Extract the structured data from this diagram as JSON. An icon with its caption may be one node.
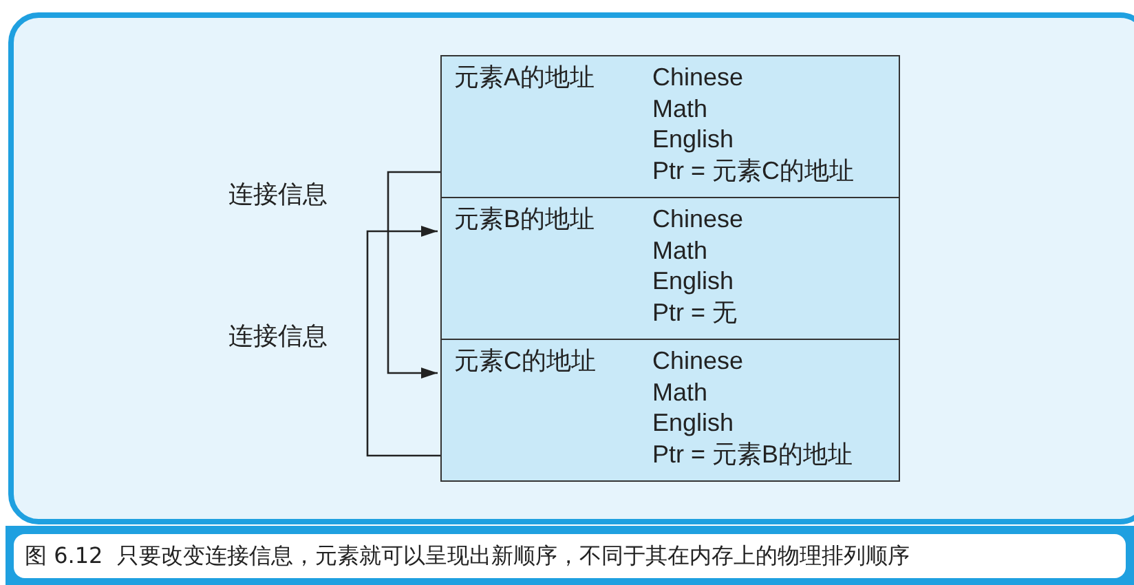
{
  "diagram": {
    "caption": "图 6.12  只要改变连接信息，元素就可以呈现出新顺序，不同于其在内存上的物理排列顺序",
    "nodes": [
      {
        "text": [
          "元素A的地址",
          "Chinese",
          "Math",
          "English",
          "Ptr = 元素C的地址"
        ]
      },
      {
        "text": [
          "元素B的地址",
          "Chinese",
          "Math",
          "English",
          "Ptr = 无"
        ]
      },
      {
        "text": [
          "元素C的地址",
          "Chinese",
          "Math",
          "English",
          "Ptr = 元素B的地址"
        ]
      }
    ],
    "edges": [
      {
        "from": 0,
        "to": 2,
        "arrow": "to"
      },
      {
        "from": 2,
        "to": 1,
        "arrow": "to"
      }
    ],
    "labels": [
      "连接信息",
      "连接信息"
    ]
  }
}
